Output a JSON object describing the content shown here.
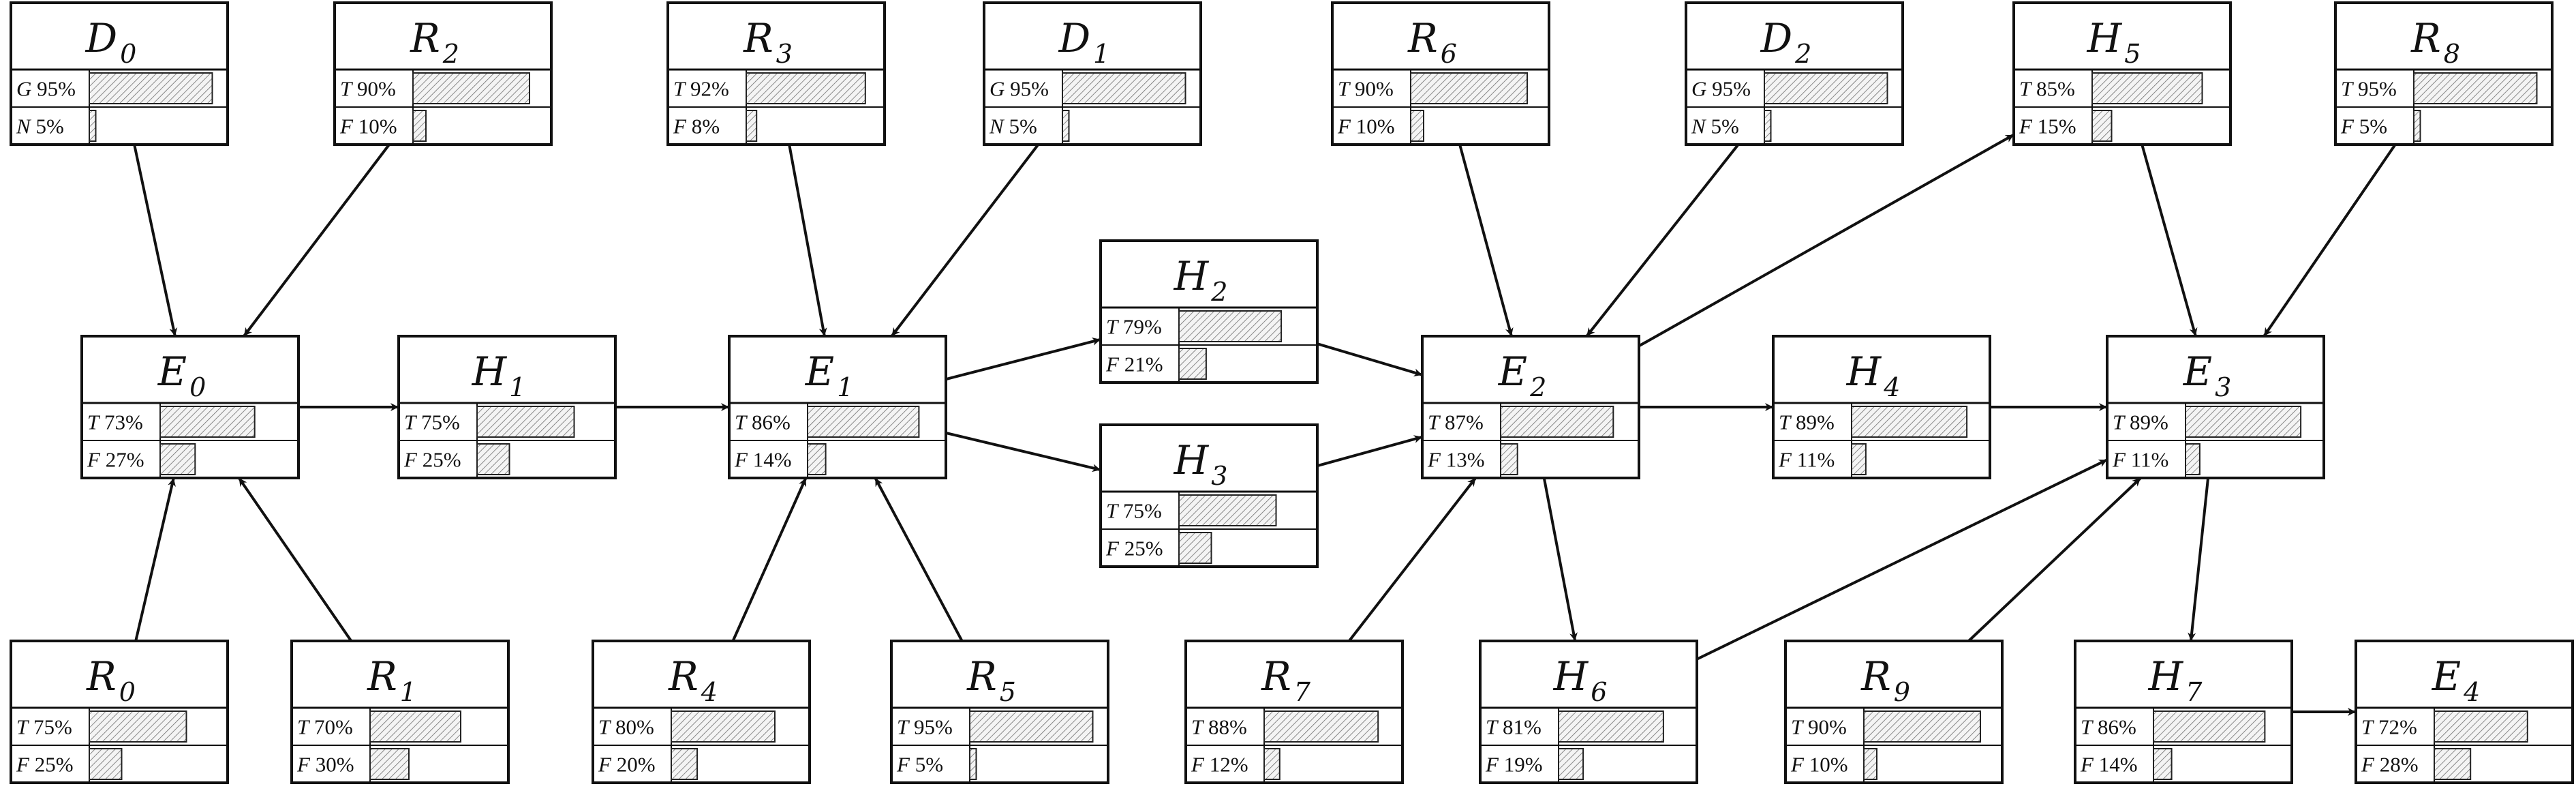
{
  "nodes": [
    {
      "id": "D0",
      "letter": "D",
      "sub": "0",
      "rows": [
        {
          "state": "G",
          "pct": 95
        },
        {
          "state": "N",
          "pct": 5
        }
      ]
    },
    {
      "id": "R2",
      "letter": "R",
      "sub": "2",
      "rows": [
        {
          "state": "T",
          "pct": 90
        },
        {
          "state": "F",
          "pct": 10
        }
      ]
    },
    {
      "id": "R3",
      "letter": "R",
      "sub": "3",
      "rows": [
        {
          "state": "T",
          "pct": 92
        },
        {
          "state": "F",
          "pct": 8
        }
      ]
    },
    {
      "id": "D1",
      "letter": "D",
      "sub": "1",
      "rows": [
        {
          "state": "G",
          "pct": 95
        },
        {
          "state": "N",
          "pct": 5
        }
      ]
    },
    {
      "id": "R6",
      "letter": "R",
      "sub": "6",
      "rows": [
        {
          "state": "T",
          "pct": 90
        },
        {
          "state": "F",
          "pct": 10
        }
      ]
    },
    {
      "id": "D2",
      "letter": "D",
      "sub": "2",
      "rows": [
        {
          "state": "G",
          "pct": 95
        },
        {
          "state": "N",
          "pct": 5
        }
      ]
    },
    {
      "id": "H5",
      "letter": "H",
      "sub": "5",
      "rows": [
        {
          "state": "T",
          "pct": 85
        },
        {
          "state": "F",
          "pct": 15
        }
      ]
    },
    {
      "id": "R8",
      "letter": "R",
      "sub": "8",
      "rows": [
        {
          "state": "T",
          "pct": 95
        },
        {
          "state": "F",
          "pct": 5
        }
      ]
    },
    {
      "id": "E0",
      "letter": "E",
      "sub": "0",
      "rows": [
        {
          "state": "T",
          "pct": 73
        },
        {
          "state": "F",
          "pct": 27
        }
      ]
    },
    {
      "id": "H1",
      "letter": "H",
      "sub": "1",
      "rows": [
        {
          "state": "T",
          "pct": 75
        },
        {
          "state": "F",
          "pct": 25
        }
      ]
    },
    {
      "id": "E1",
      "letter": "E",
      "sub": "1",
      "rows": [
        {
          "state": "T",
          "pct": 86
        },
        {
          "state": "F",
          "pct": 14
        }
      ]
    },
    {
      "id": "H2",
      "letter": "H",
      "sub": "2",
      "rows": [
        {
          "state": "T",
          "pct": 79
        },
        {
          "state": "F",
          "pct": 21
        }
      ]
    },
    {
      "id": "H3",
      "letter": "H",
      "sub": "3",
      "rows": [
        {
          "state": "T",
          "pct": 75
        },
        {
          "state": "F",
          "pct": 25
        }
      ]
    },
    {
      "id": "E2",
      "letter": "E",
      "sub": "2",
      "rows": [
        {
          "state": "T",
          "pct": 87
        },
        {
          "state": "F",
          "pct": 13
        }
      ]
    },
    {
      "id": "H4",
      "letter": "H",
      "sub": "4",
      "rows": [
        {
          "state": "T",
          "pct": 89
        },
        {
          "state": "F",
          "pct": 11
        }
      ]
    },
    {
      "id": "E3",
      "letter": "E",
      "sub": "3",
      "rows": [
        {
          "state": "T",
          "pct": 89
        },
        {
          "state": "F",
          "pct": 11
        }
      ]
    },
    {
      "id": "R0",
      "letter": "R",
      "sub": "0",
      "rows": [
        {
          "state": "T",
          "pct": 75
        },
        {
          "state": "F",
          "pct": 25
        }
      ]
    },
    {
      "id": "R1",
      "letter": "R",
      "sub": "1",
      "rows": [
        {
          "state": "T",
          "pct": 70
        },
        {
          "state": "F",
          "pct": 30
        }
      ]
    },
    {
      "id": "R4",
      "letter": "R",
      "sub": "4",
      "rows": [
        {
          "state": "T",
          "pct": 80
        },
        {
          "state": "F",
          "pct": 20
        }
      ]
    },
    {
      "id": "R5",
      "letter": "R",
      "sub": "5",
      "rows": [
        {
          "state": "T",
          "pct": 95
        },
        {
          "state": "F",
          "pct": 5
        }
      ]
    },
    {
      "id": "R7",
      "letter": "R",
      "sub": "7",
      "rows": [
        {
          "state": "T",
          "pct": 88
        },
        {
          "state": "F",
          "pct": 12
        }
      ]
    },
    {
      "id": "H6",
      "letter": "H",
      "sub": "6",
      "rows": [
        {
          "state": "T",
          "pct": 81
        },
        {
          "state": "F",
          "pct": 19
        }
      ]
    },
    {
      "id": "R9",
      "letter": "R",
      "sub": "9",
      "rows": [
        {
          "state": "T",
          "pct": 90
        },
        {
          "state": "F",
          "pct": 10
        }
      ]
    },
    {
      "id": "H7",
      "letter": "H",
      "sub": "7",
      "rows": [
        {
          "state": "T",
          "pct": 86
        },
        {
          "state": "F",
          "pct": 14
        }
      ]
    },
    {
      "id": "E4",
      "letter": "E",
      "sub": "4",
      "rows": [
        {
          "state": "T",
          "pct": 72
        },
        {
          "state": "F",
          "pct": 28
        }
      ]
    }
  ],
  "edges": [
    {
      "from": "D0",
      "to": "E0"
    },
    {
      "from": "R2",
      "to": "E0"
    },
    {
      "from": "R0",
      "to": "E0"
    },
    {
      "from": "R1",
      "to": "E0"
    },
    {
      "from": "E0",
      "to": "H1"
    },
    {
      "from": "H1",
      "to": "E1"
    },
    {
      "from": "R3",
      "to": "E1"
    },
    {
      "from": "D1",
      "to": "E1"
    },
    {
      "from": "R4",
      "to": "E1"
    },
    {
      "from": "R5",
      "to": "E1"
    },
    {
      "from": "E1",
      "to": "H2"
    },
    {
      "from": "E1",
      "to": "H3"
    },
    {
      "from": "H2",
      "to": "E2"
    },
    {
      "from": "H3",
      "to": "E2"
    },
    {
      "from": "R6",
      "to": "E2"
    },
    {
      "from": "D2",
      "to": "E2"
    },
    {
      "from": "R7",
      "to": "E2"
    },
    {
      "from": "E2",
      "to": "H5"
    },
    {
      "from": "E2",
      "to": "H4"
    },
    {
      "from": "E2",
      "to": "H6"
    },
    {
      "from": "H4",
      "to": "E3"
    },
    {
      "from": "H5",
      "to": "E3"
    },
    {
      "from": "R8",
      "to": "E3"
    },
    {
      "from": "H6",
      "to": "E3"
    },
    {
      "from": "R9",
      "to": "E3"
    },
    {
      "from": "E3",
      "to": "H7"
    },
    {
      "from": "H7",
      "to": "E4"
    }
  ]
}
